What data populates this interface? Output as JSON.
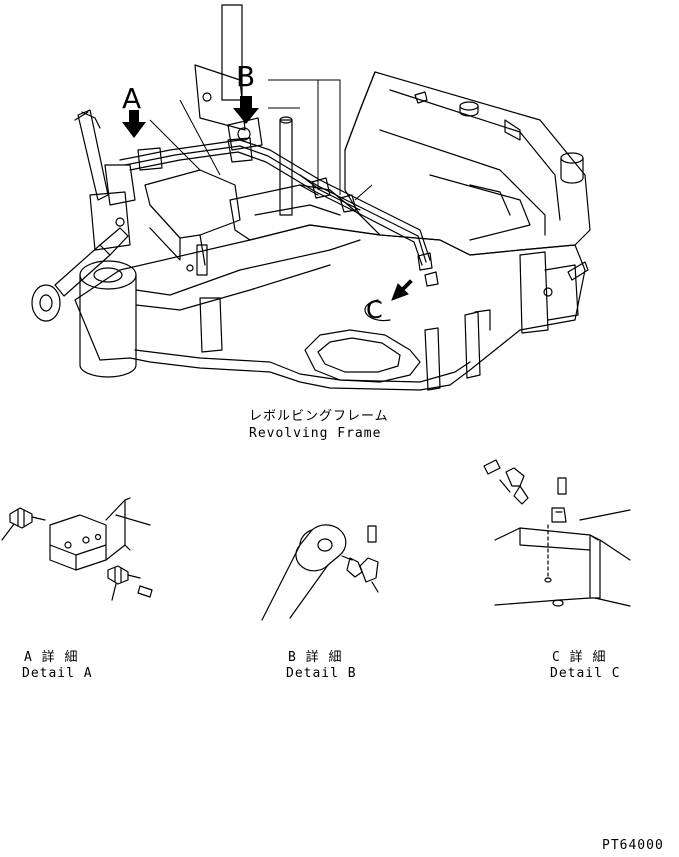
{
  "main_view": {
    "label_jp": "レボルビングフレーム",
    "label_en": "Revolving Frame",
    "callout_a": "A",
    "callout_b": "B",
    "callout_c": "C"
  },
  "details": [
    {
      "label_jp": "A 詳 細",
      "label_en": "Detail A"
    },
    {
      "label_jp": "B 詳 細",
      "label_en": "Detail B"
    },
    {
      "label_jp": "C 詳 細",
      "label_en": "Detail C"
    }
  ],
  "drawing_code": "PT64000",
  "colors": {
    "ink": "#000000",
    "paper": "#ffffff"
  }
}
